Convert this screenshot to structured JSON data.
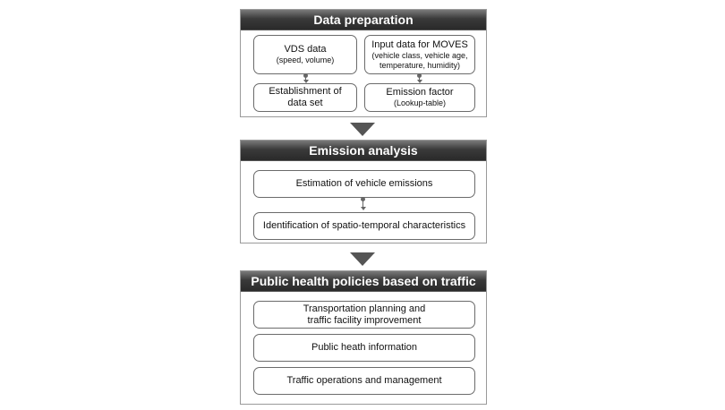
{
  "panels": {
    "data_preparation": {
      "title": "Data preparation",
      "vds": {
        "title": "VDS data",
        "sub": "(speed, volume)"
      },
      "moves": {
        "title": "Input data for MOVES",
        "sub": "(vehicle class, vehicle age, temperature, humidity)"
      },
      "dataset": {
        "text": "Establishment of data set"
      },
      "emission_factor": {
        "title": "Emission factor",
        "sub": "(Lookup-table)"
      }
    },
    "emission_analysis": {
      "title": "Emission analysis",
      "estimation": "Estimation of vehicle emissions",
      "identification": "Identification of spatio-temporal characteristics"
    },
    "public_health": {
      "title": "Public health policies based on traffic",
      "planning": "Transportation planning and traffic facility improvement",
      "info": "Public heath information",
      "operations": "Traffic operations and management"
    }
  }
}
